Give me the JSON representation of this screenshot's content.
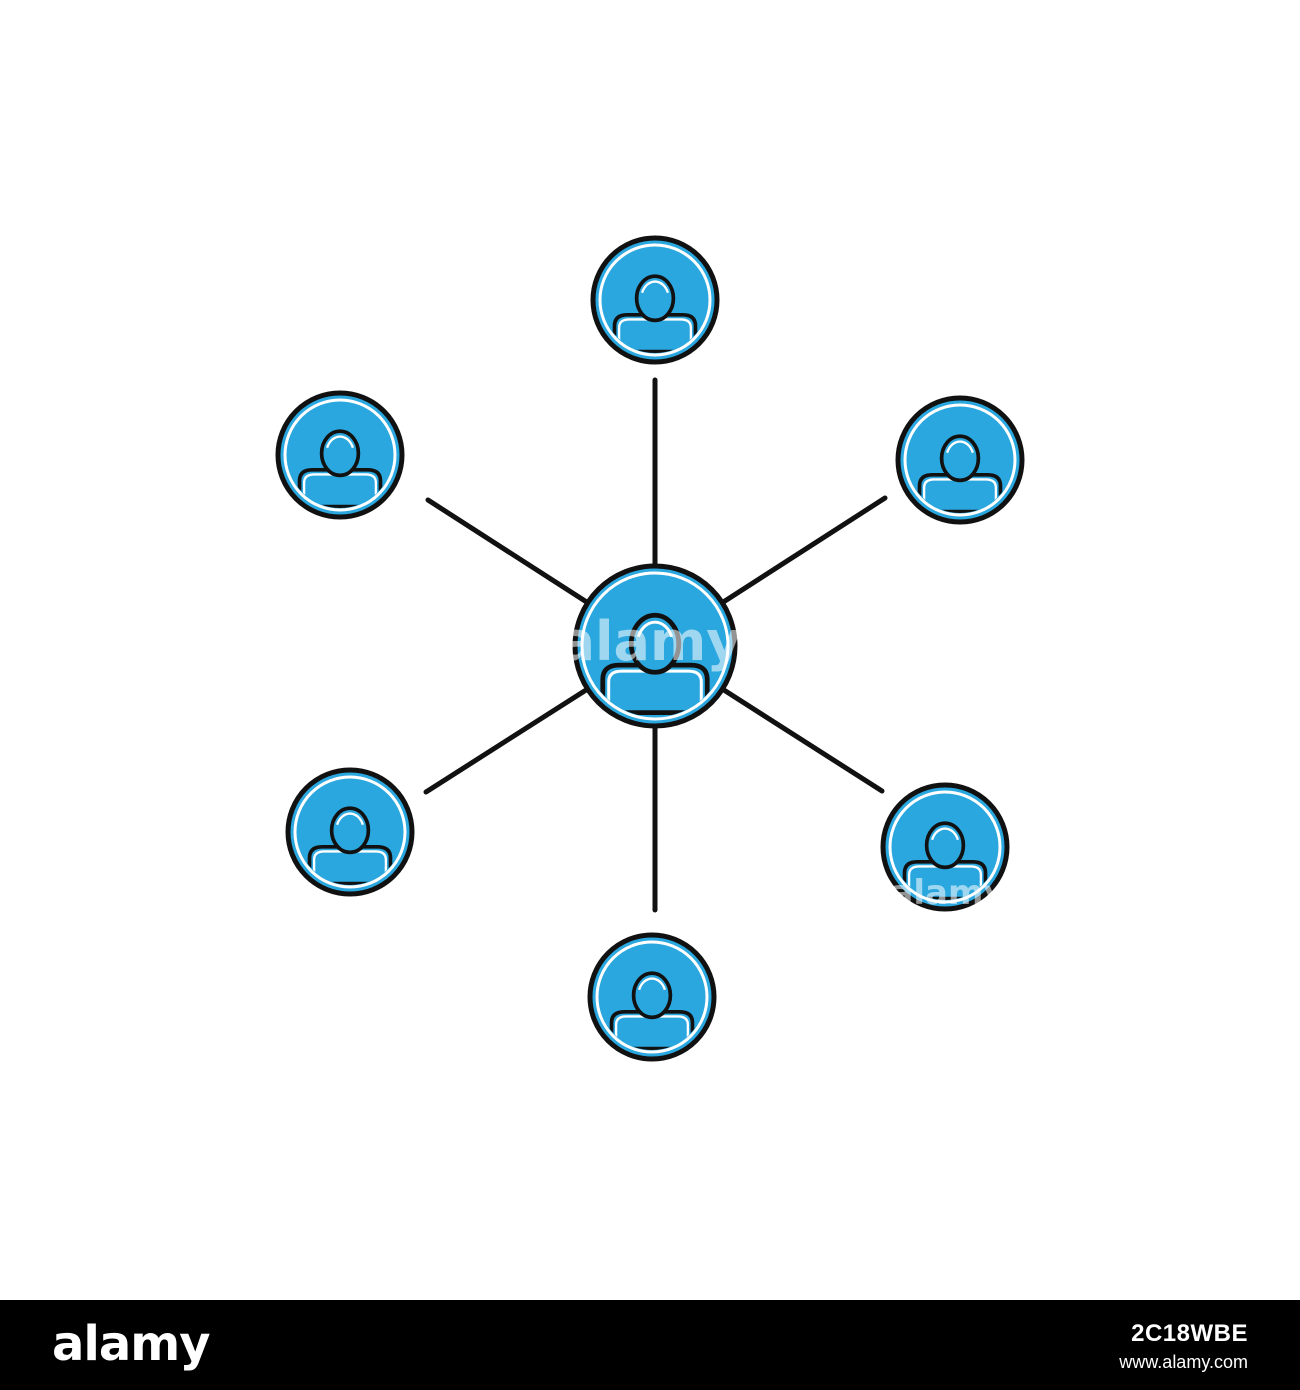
{
  "diagram": {
    "type": "hub-and-spoke",
    "colors": {
      "node_fill": "#2aa7df",
      "node_outline": "#111111",
      "line": "#111111",
      "background": "#ffffff",
      "watermark": "#ffffff"
    },
    "center_node": {
      "icon": "person-icon"
    },
    "outer_nodes": [
      {
        "icon": "person-icon"
      },
      {
        "icon": "person-icon"
      },
      {
        "icon": "person-icon"
      },
      {
        "icon": "person-icon"
      },
      {
        "icon": "person-icon"
      },
      {
        "icon": "person-icon"
      }
    ],
    "watermarks": [
      "alamy",
      "alamy"
    ]
  },
  "footer": {
    "logo": "alamy",
    "image_id": "2C18WBE",
    "site": "www.alamy.com"
  }
}
